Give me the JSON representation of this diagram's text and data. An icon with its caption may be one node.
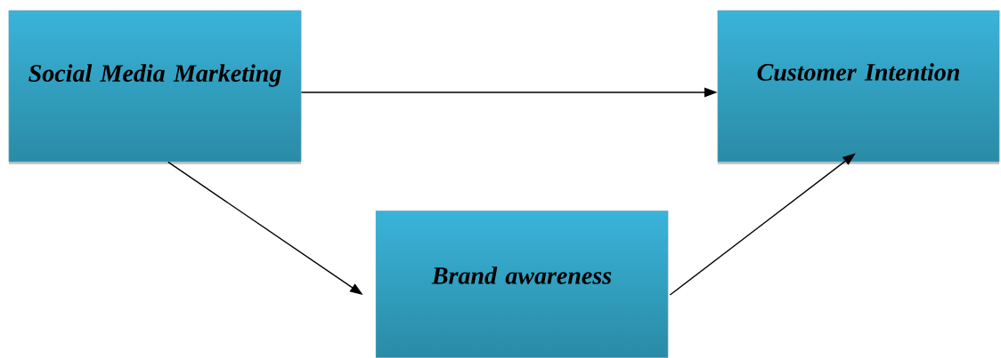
{
  "diagram": {
    "nodes": [
      {
        "text": [
          "Social Media Marketing"
        ]
      },
      {
        "text": [
          "Customer Intention"
        ]
      },
      {
        "text": [
          "Brand awareness"
        ]
      }
    ],
    "edges": [
      {
        "from": 0,
        "to": 1,
        "arrow": "to"
      },
      {
        "from": 0,
        "to": 2,
        "arrow": "to"
      },
      {
        "from": 2,
        "to": 1,
        "arrow": "to"
      }
    ]
  }
}
